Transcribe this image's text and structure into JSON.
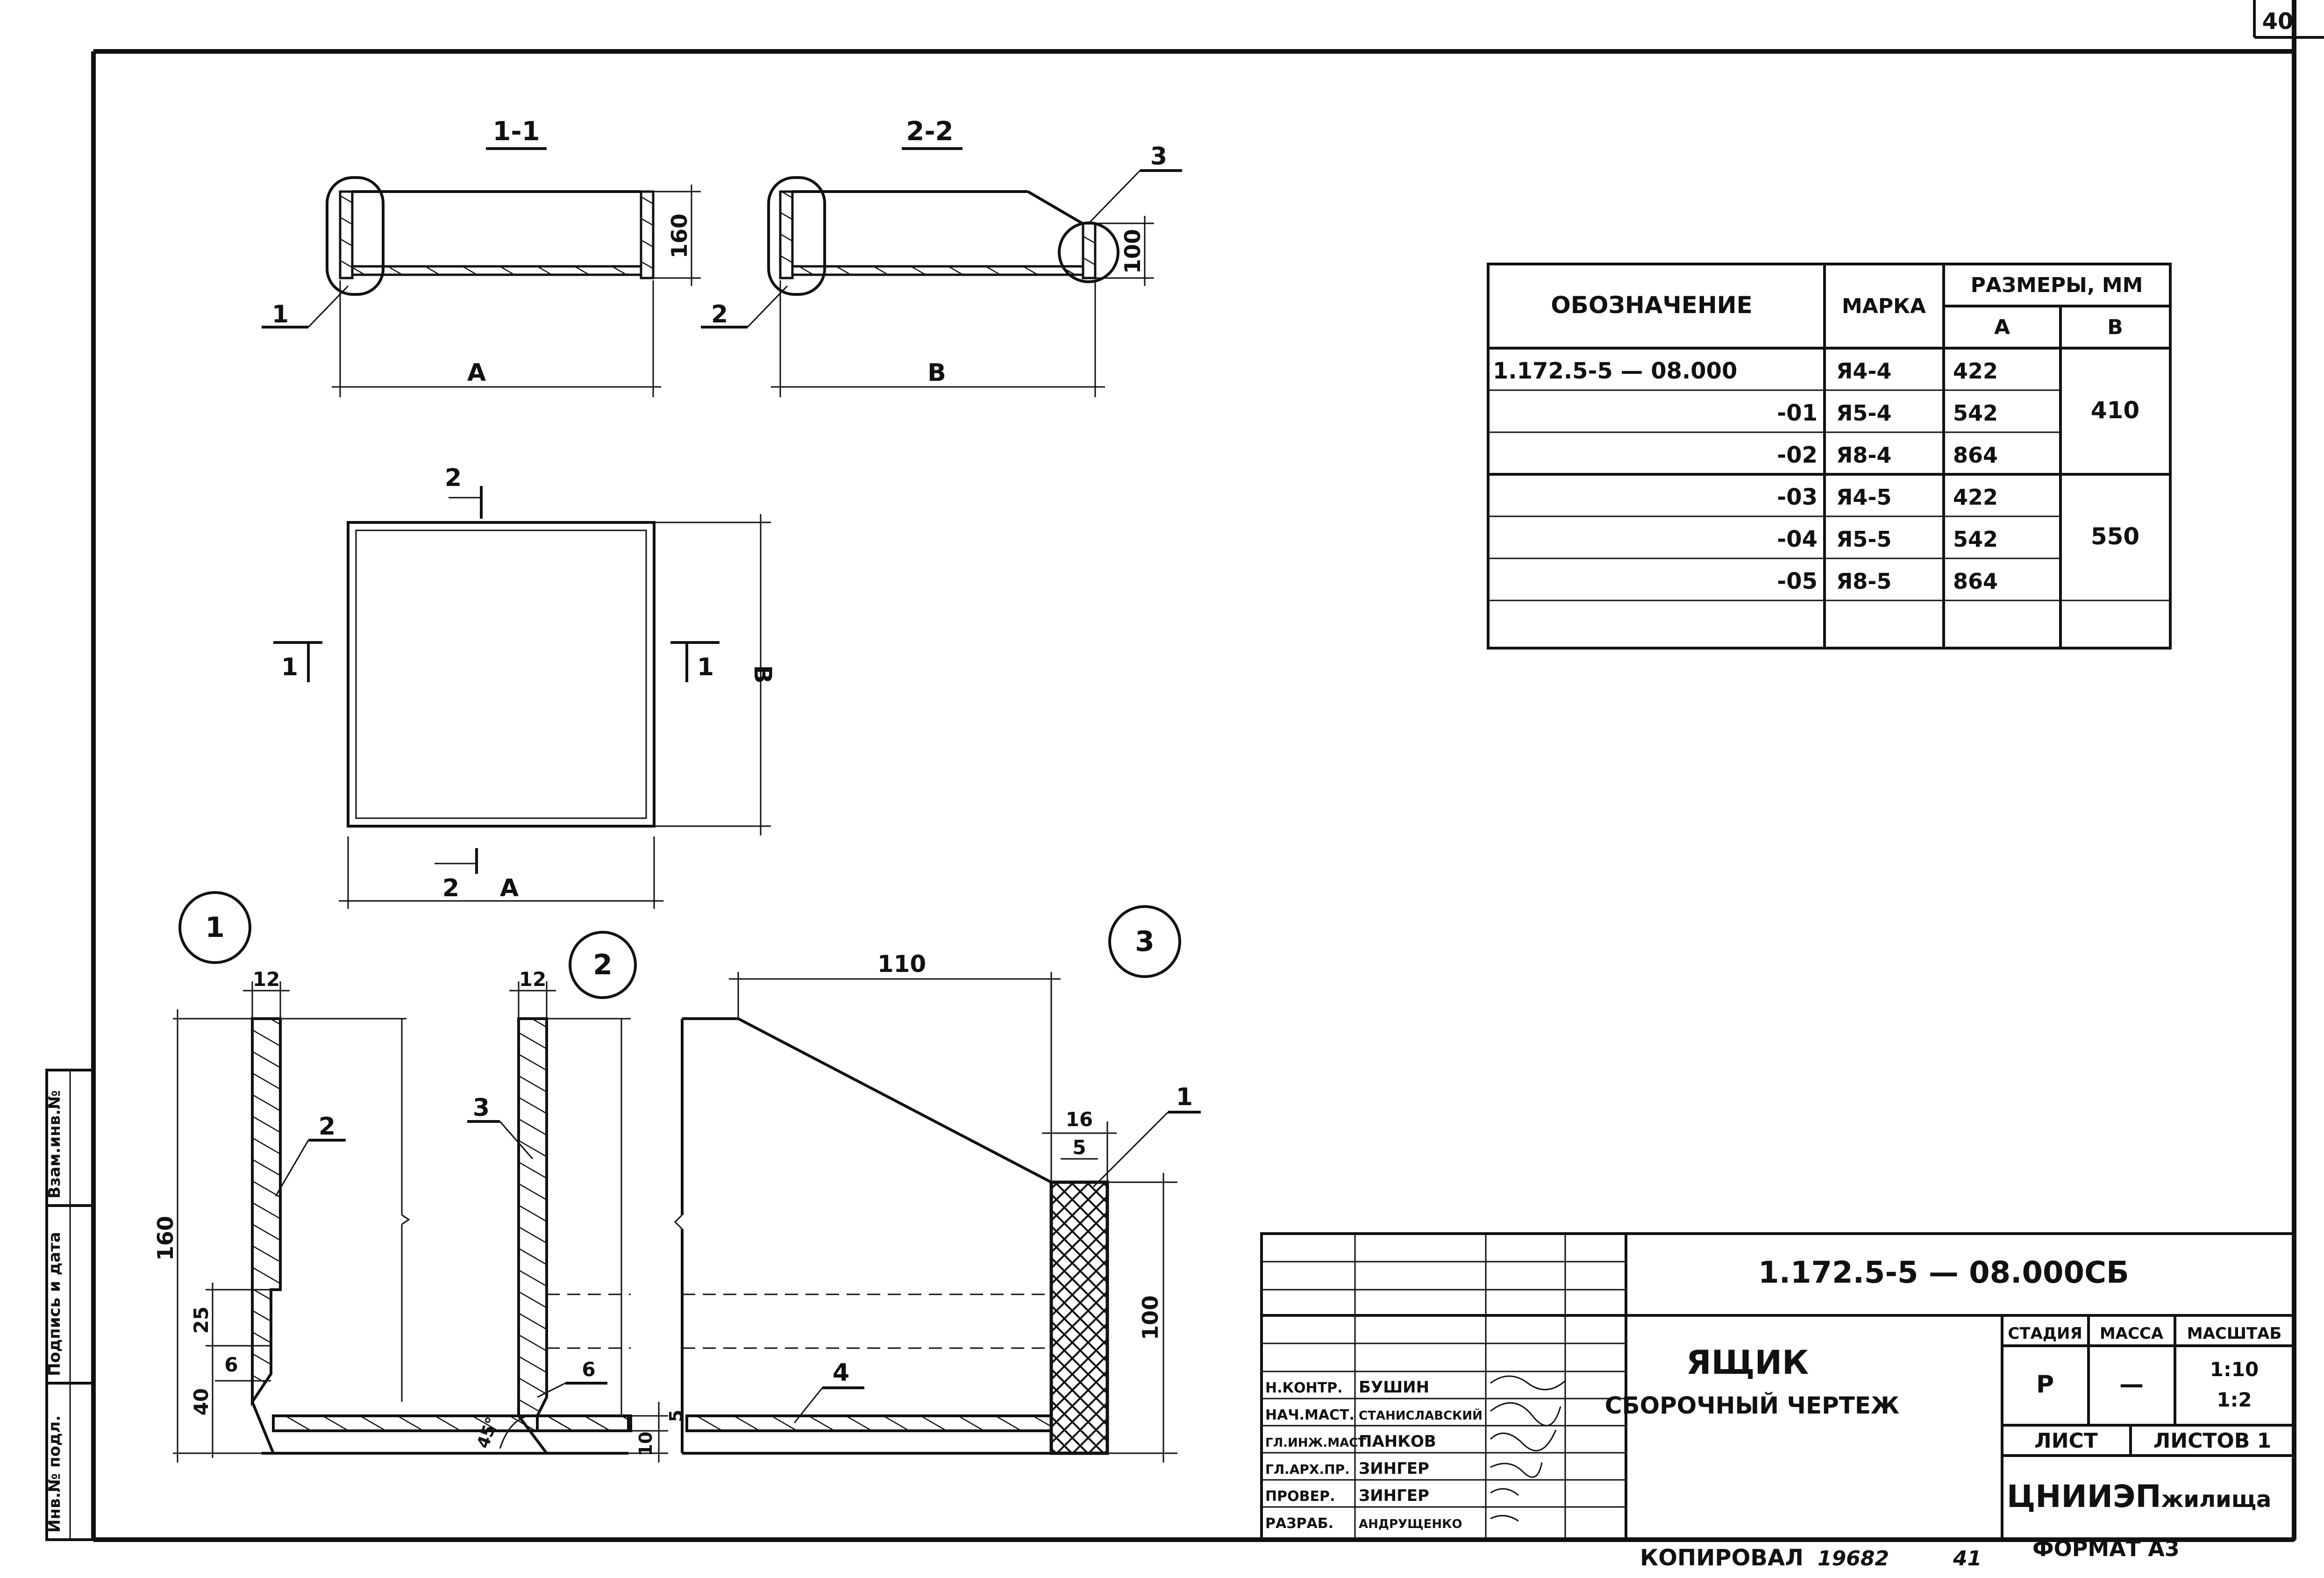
{
  "sheet": {
    "page_number": "40",
    "side_stamps": [
      "Инв.№ подл.",
      "Подпись и дата",
      "Взам.инв.№"
    ]
  },
  "views": {
    "section_1": {
      "title": "1-1",
      "dim_height": "160",
      "dim_width": "A",
      "callout": "1"
    },
    "section_2": {
      "title": "2-2",
      "dim_height": "100",
      "dim_width": "B",
      "callout_left": "2",
      "callout_right": "3"
    },
    "plan": {
      "cut_top": "2",
      "cut_bottom": "2",
      "cut_left": "1",
      "cut_right": "1",
      "dim_width": "A",
      "dim_height": "B"
    }
  },
  "details": {
    "d1": {
      "number": "1",
      "dim_wall": "12",
      "dim_height": "160",
      "dim_notch": "25",
      "dim_step": "6",
      "dim_base": "40",
      "dim_bottom": "5",
      "dim_bottom2": "10",
      "part": "2"
    },
    "d2": {
      "number": "2",
      "dim_wall": "12",
      "dim_step": "6",
      "angle": "45°",
      "part": "3"
    },
    "d3": {
      "number": "3",
      "dim_width": "110",
      "dim_wall": "16",
      "dim_inner": "5",
      "dim_height": "100",
      "part_bottom": "4",
      "part_wall": "1"
    }
  },
  "table": {
    "headers": {
      "designation": "ОБОЗНАЧЕНИЕ",
      "mark": "МАРКА",
      "sizes": "РАЗМЕРЫ, ММ",
      "a": "А",
      "b": "В"
    },
    "rows": [
      {
        "designation": "1.172.5-5 — 08.000",
        "mark": "Я4-4",
        "a": "422"
      },
      {
        "designation": "-01",
        "mark": "Я5-4",
        "a": "542"
      },
      {
        "designation": "-02",
        "mark": "Я8-4",
        "a": "864"
      },
      {
        "designation": "-03",
        "mark": "Я4-5",
        "a": "422"
      },
      {
        "designation": "-04",
        "mark": "Я5-5",
        "a": "542"
      },
      {
        "designation": "-05",
        "mark": "Я8-5",
        "a": "864"
      }
    ],
    "b_group1": "410",
    "b_group2": "550"
  },
  "title_block": {
    "code": "1.172.5-5 — 08.000СБ",
    "name": "ЯЩИК",
    "subtitle": "СБОРОЧНЫЙ ЧЕРТЕЖ",
    "stage_label": "СТАДИЯ",
    "mass_label": "МАССА",
    "scale_label": "МАСШТАБ",
    "stage": "Р",
    "mass": "—",
    "scale1": "1:10",
    "scale2": "1:2",
    "sheet_label": "ЛИСТ",
    "sheets_label": "ЛИСТОВ 1",
    "org": "ЦНИИЭП",
    "org_suffix": "жилища",
    "roles": [
      {
        "role": "Н.КОНТР.",
        "name": "БУШИН"
      },
      {
        "role": "НАЧ.МАСТ.",
        "name": "СТАНИСЛАВСКИЙ"
      },
      {
        "role": "ГЛ.ИНЖ.МАСТ.",
        "name": "ПАНКОВ"
      },
      {
        "role": "ГЛ.АРХ.ПР.",
        "name": "ЗИНГЕР"
      },
      {
        "role": "ПРОВЕР.",
        "name": "ЗИНГЕР"
      },
      {
        "role": "РАЗРАБ.",
        "name": "АНДРУЩЕНКО"
      }
    ]
  },
  "footer": {
    "copied": "КОПИРОВАЛ",
    "copied_no": "19682",
    "copied_sheet": "41",
    "format": "ФОРМАТ А3"
  }
}
